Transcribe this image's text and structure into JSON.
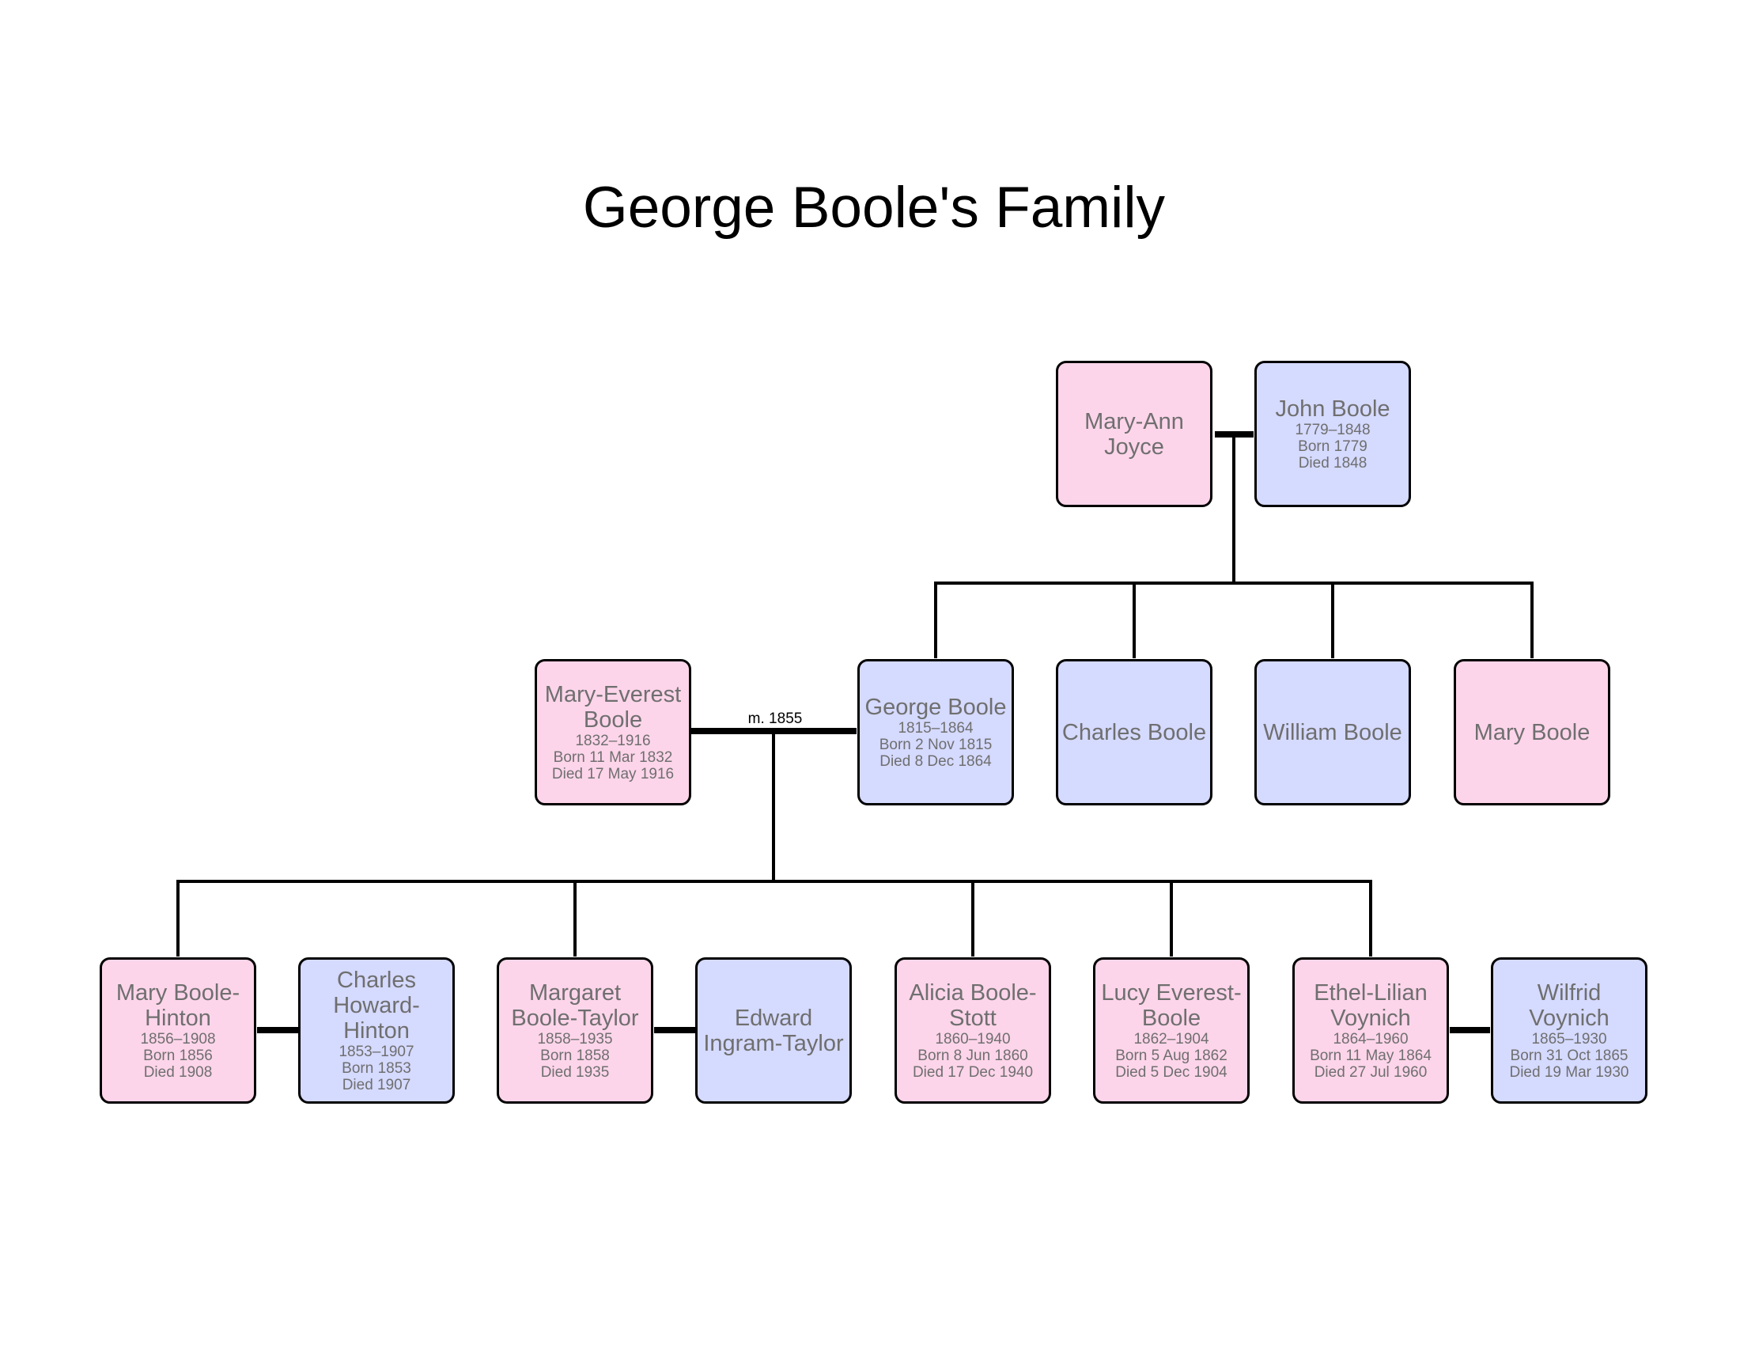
{
  "title": "George Boole's Family",
  "colors": {
    "female": "#fdd5ea",
    "male": "#d5daff",
    "line": "#000000",
    "text": "#6f6f6f"
  },
  "people": {
    "mary_ann_joyce": {
      "name": "Mary-Ann Joyce",
      "sex": "female"
    },
    "john_boole": {
      "name": "John Boole",
      "sex": "male",
      "lifespan": "1779–1848",
      "born": "Born 1779",
      "died": "Died 1848"
    },
    "mary_everest_boole": {
      "name": "Mary-Everest Boole",
      "sex": "female",
      "lifespan": "1832–1916",
      "born": "Born 11 Mar 1832",
      "died": "Died 17 May 1916"
    },
    "george_boole": {
      "name": "George Boole",
      "sex": "male",
      "lifespan": "1815–1864",
      "born": "Born 2 Nov 1815",
      "died": "Died 8 Dec 1864"
    },
    "charles_boole": {
      "name": "Charles Boole",
      "sex": "male"
    },
    "william_boole": {
      "name": "William Boole",
      "sex": "male"
    },
    "mary_boole": {
      "name": "Mary Boole",
      "sex": "female"
    },
    "mary_boole_hinton": {
      "name": "Mary Boole-Hinton",
      "sex": "female",
      "lifespan": "1856–1908",
      "born": "Born 1856",
      "died": "Died 1908"
    },
    "charles_howard_hinton": {
      "name": "Charles Howard-Hinton",
      "sex": "male",
      "lifespan": "1853–1907",
      "born": "Born 1853",
      "died": "Died 1907"
    },
    "margaret_boole_taylor": {
      "name": "Margaret Boole-Taylor",
      "sex": "female",
      "lifespan": "1858–1935",
      "born": "Born 1858",
      "died": "Died 1935"
    },
    "edward_ingram_taylor": {
      "name": "Edward Ingram-Taylor",
      "sex": "male"
    },
    "alicia_boole_stott": {
      "name": "Alicia Boole-Stott",
      "sex": "female",
      "lifespan": "1860–1940",
      "born": "Born 8 Jun 1860",
      "died": "Died 17 Dec 1940"
    },
    "lucy_everest_boole": {
      "name": "Lucy Everest-Boole",
      "sex": "female",
      "lifespan": "1862–1904",
      "born": "Born 5 Aug 1862",
      "died": "Died 5 Dec 1904"
    },
    "ethel_lilian_voynich": {
      "name": "Ethel-Lilian Voynich",
      "sex": "female",
      "lifespan": "1864–1960",
      "born": "Born 11 May 1864",
      "died": "Died 27 Jul 1960"
    },
    "wilfrid_voynich": {
      "name": "Wilfrid Voynich",
      "sex": "male",
      "lifespan": "1865–1930",
      "born": "Born 31 Oct 1865",
      "died": "Died 19 Mar 1930"
    }
  },
  "marriage_label": "m. 1855"
}
